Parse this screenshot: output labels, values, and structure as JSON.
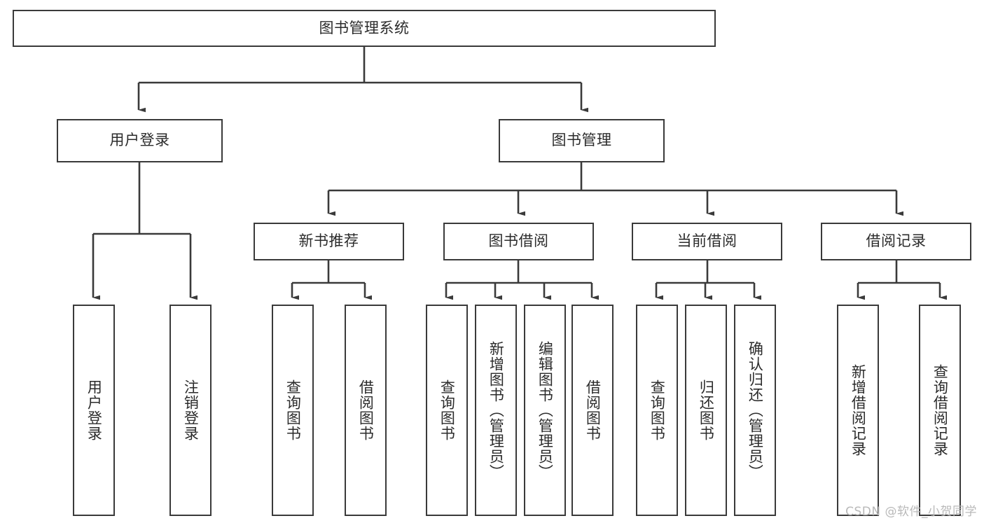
{
  "diagram": {
    "title_text": "图书管理系统",
    "type": "hierarchy-tree",
    "watermark": "CSDN @软件_小贺同学",
    "colors": {
      "box_border": "#3a3a3a",
      "box_fill": "#ffffff",
      "connector": "#3a3a3a",
      "text": "#2b2b2b",
      "watermark": "#b9b9b9"
    },
    "nodes": {
      "root": {
        "label": "图书管理系统"
      },
      "level2": [
        {
          "id": "user-login",
          "label": "用户登录"
        },
        {
          "id": "book-manage",
          "label": "图书管理"
        }
      ],
      "level3": [
        {
          "id": "new-book-recommend",
          "label": "新书推荐"
        },
        {
          "id": "book-borrow",
          "label": "图书借阅"
        },
        {
          "id": "current-borrow",
          "label": "当前借阅"
        },
        {
          "id": "borrow-record",
          "label": "借阅记录"
        }
      ],
      "leaves": {
        "user_login": [
          {
            "id": "leaf-user-login",
            "label": "用户登录"
          },
          {
            "id": "leaf-logout-login",
            "label": "注销登录"
          }
        ],
        "new_book_recommend": [
          {
            "id": "leaf-query-book-1",
            "label": "查询图书"
          },
          {
            "id": "leaf-borrow-book-1",
            "label": "借阅图书"
          }
        ],
        "book_borrow": [
          {
            "id": "leaf-query-book-2",
            "label": "查询图书"
          },
          {
            "id": "leaf-add-book-admin",
            "label": "新增图书（管理员）"
          },
          {
            "id": "leaf-edit-book-admin",
            "label": "编辑图书（管理员）"
          },
          {
            "id": "leaf-borrow-book-2",
            "label": "借阅图书"
          }
        ],
        "current_borrow": [
          {
            "id": "leaf-query-book-3",
            "label": "查询图书"
          },
          {
            "id": "leaf-return-book",
            "label": "归还图书"
          },
          {
            "id": "leaf-confirm-return-admin",
            "label": "确认归还（管理员）"
          }
        ],
        "borrow_record": [
          {
            "id": "leaf-add-borrow-record",
            "label": "新增借阅记录"
          },
          {
            "id": "leaf-query-borrow-record",
            "label": "查询借阅记录"
          }
        ]
      }
    }
  }
}
